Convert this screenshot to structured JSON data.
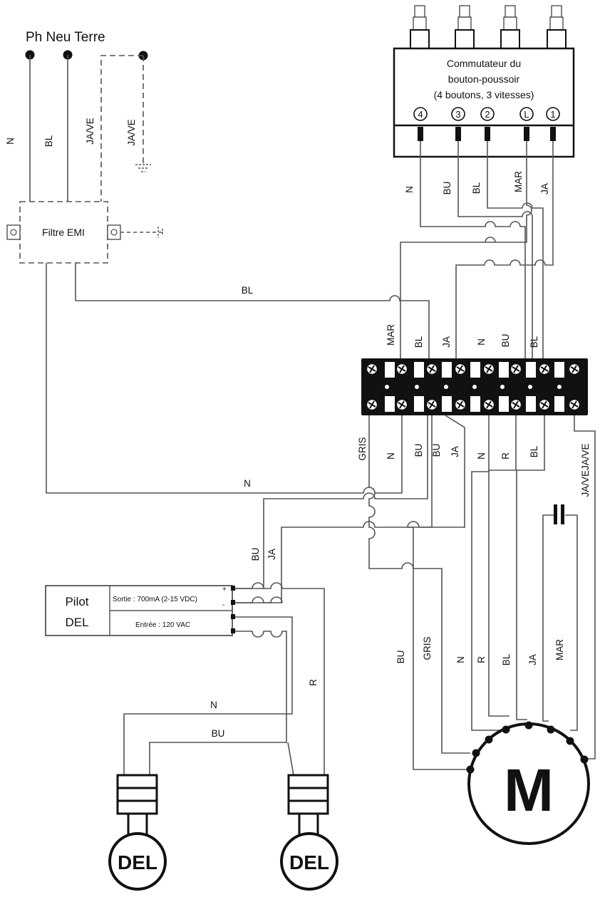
{
  "supply": {
    "label": "Ph Neu Terre"
  },
  "emi_filter": {
    "label": "Filtre EMI"
  },
  "switch": {
    "title_line1": "Commutateur du",
    "title_line2": "bouton-poussoir",
    "title_line3": "(4 boutons, 3 vitesses)",
    "terminals": [
      "4",
      "3",
      "2",
      "L",
      "1"
    ]
  },
  "driver": {
    "name_line1": "Pilot",
    "name_line2": "DEL",
    "output": "Sortie : 700mA (2-15 VDC)",
    "input": "Entrée : 120 VAC",
    "plus": "+",
    "minus": "-"
  },
  "motor": {
    "label": "M"
  },
  "leds": [
    {
      "label": "DEL"
    },
    {
      "label": "DEL"
    }
  ],
  "wire_labels": {
    "top_n": "N",
    "top_bl": "BL",
    "top_javeA": "JA/VE",
    "top_javeB": "JA/VE",
    "sw_n": "N",
    "sw_bu": "BU",
    "sw_bl": "BL",
    "sw_mar": "MAR",
    "sw_ja": "JA",
    "bl_horizontal": "BL",
    "tb_top": [
      "MAR",
      "BL",
      "JA",
      "N",
      "BU",
      "BL"
    ],
    "tb_bottom": [
      "GRIS",
      "N",
      "BU",
      "BU",
      "JA",
      "N",
      "R",
      "BL",
      "JA/VEJA/VE"
    ],
    "n_horizontal": "N",
    "drv_bu": "BU",
    "drv_ja": "JA",
    "motor_leads": [
      "BU",
      "GRIS",
      "N",
      "R",
      "BL",
      "JA",
      "MAR"
    ],
    "led_n": "N",
    "led_bu": "BU",
    "led_r": "R"
  }
}
